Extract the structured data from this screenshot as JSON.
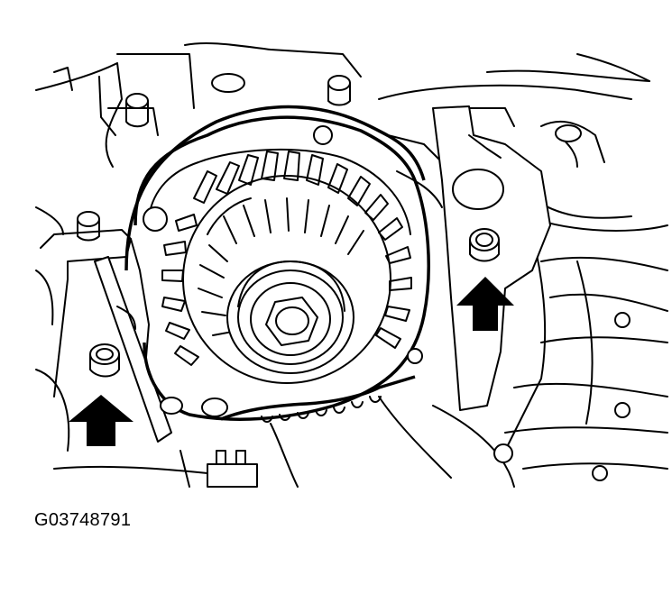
{
  "figure": {
    "code": "G03748791"
  },
  "colors": {
    "ink": "#000000",
    "paper": "#ffffff"
  },
  "callouts": [
    {
      "icon": "up-arrow-icon",
      "points_to": "lower-mount-bolt"
    },
    {
      "icon": "up-arrow-icon",
      "points_to": "upper-mount-bolt"
    }
  ]
}
